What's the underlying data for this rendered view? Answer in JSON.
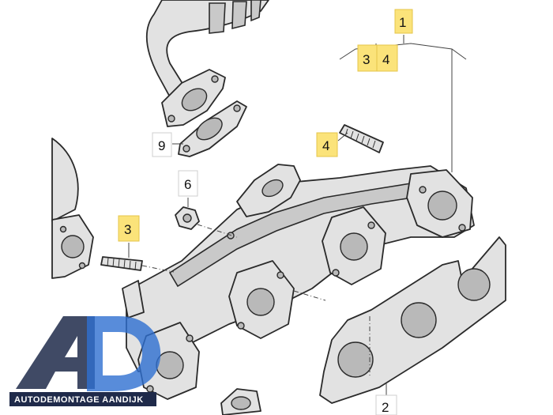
{
  "diagram": {
    "callouts": {
      "c1": "1",
      "c3a": "3",
      "c4a": "4",
      "c9": "9",
      "c6": "6",
      "c4b": "4",
      "c3b": "3",
      "c2": "2"
    },
    "colors": {
      "highlight": "#fbe37a",
      "part_fill": "#e2e2e2",
      "outline": "#2a2a2a",
      "logo_blue": "#2e6fd1",
      "logo_dark": "#1f2a4a"
    },
    "watermark": {
      "letters": "AD",
      "text": "AUTODEMONTAGE AANDIJK"
    }
  }
}
